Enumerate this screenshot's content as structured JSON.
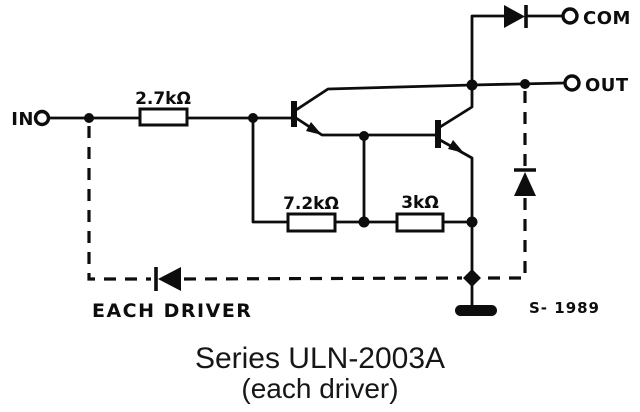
{
  "diagram": {
    "kind": "circuit-schematic",
    "device": "ULN-2003A Darlington driver (one channel)",
    "colors": {
      "ink": "#0d0d0d",
      "background": "#ffffff"
    },
    "terminals": {
      "in": {
        "label": "IN"
      },
      "com": {
        "label": "COM"
      },
      "out": {
        "label": "OUT"
      }
    },
    "resistors": {
      "r_input": {
        "value": "2.7kΩ"
      },
      "r_base": {
        "value": "7.2kΩ"
      },
      "r_emitter": {
        "value": "3kΩ"
      }
    },
    "annotations": {
      "each_driver": "EACH DRIVER",
      "stamp": "S- 1989"
    },
    "caption": {
      "line1": "Series ULN-2003A",
      "line2": "(each driver)"
    }
  }
}
